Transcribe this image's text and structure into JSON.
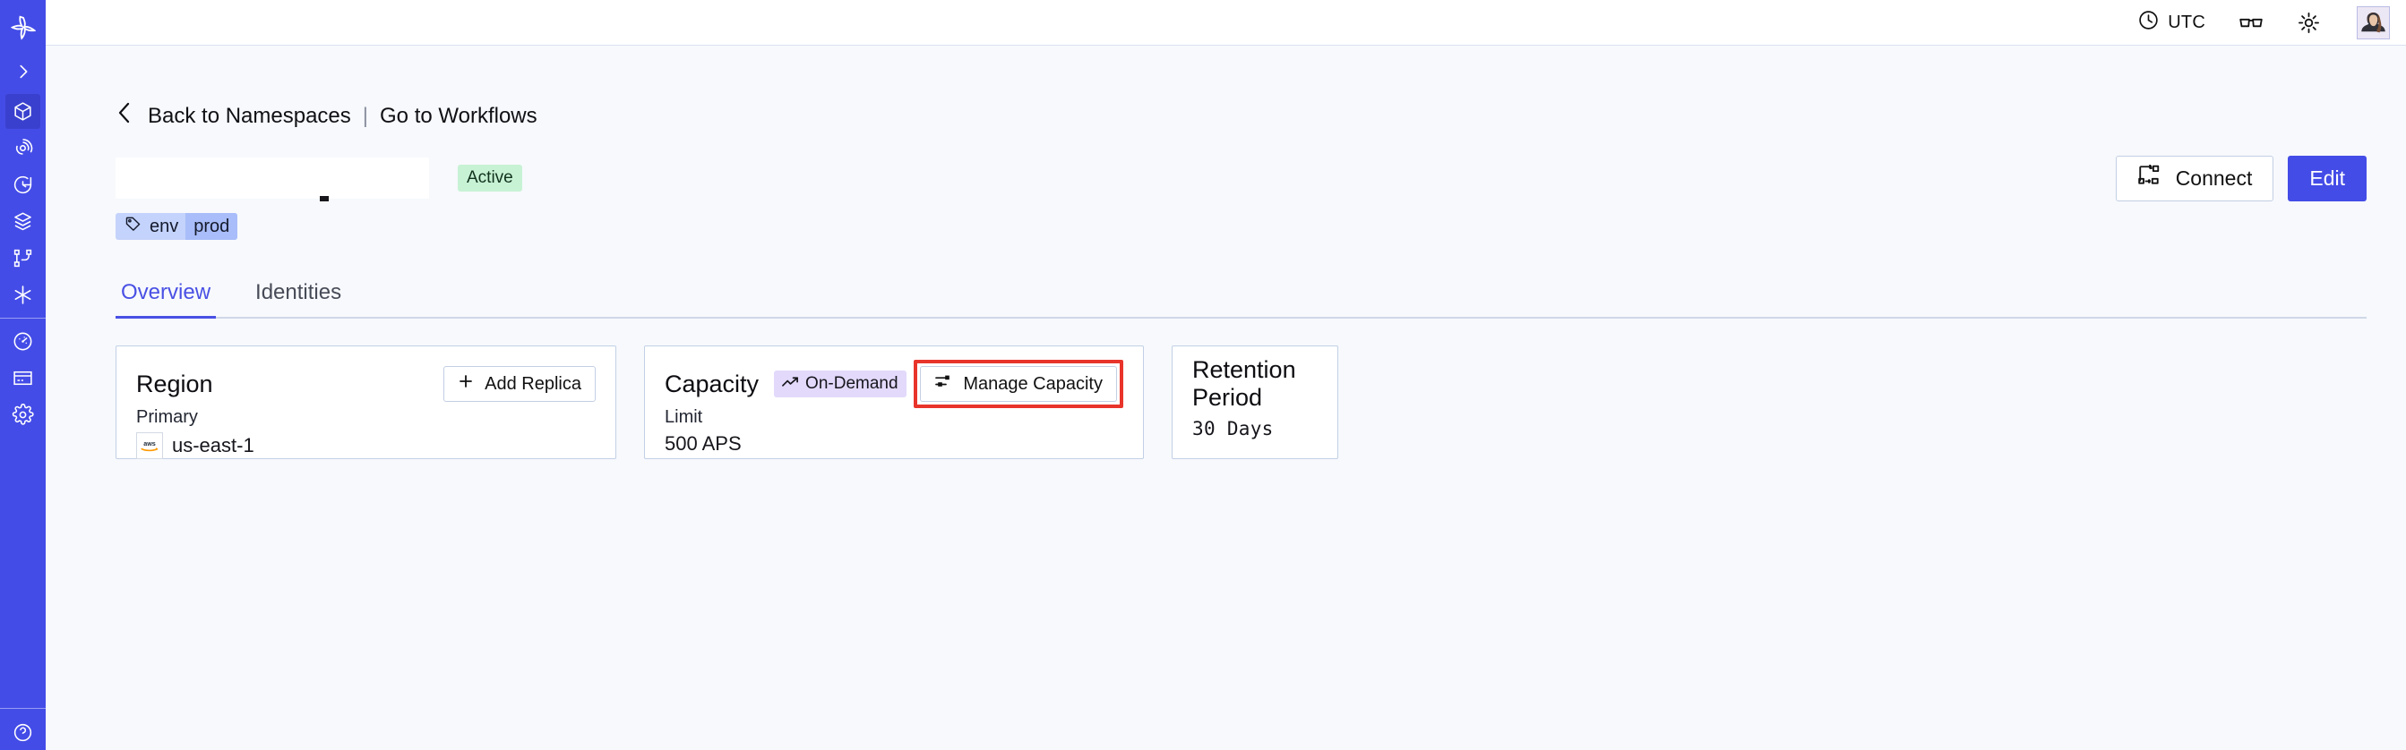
{
  "sidebar": {
    "logo_icon": "temporal-logo-icon",
    "expand_icon": "chevron-right-icon",
    "items": [
      {
        "icon": "cube-icon",
        "name": "namespaces",
        "active": true
      },
      {
        "icon": "eye-icon",
        "name": "observability",
        "active": false
      },
      {
        "icon": "timer-icon",
        "name": "schedules",
        "active": false
      },
      {
        "icon": "layers-icon",
        "name": "batch-operations",
        "active": false
      },
      {
        "icon": "workflow-graph-icon",
        "name": "workflows",
        "active": false
      },
      {
        "icon": "asterisk-icon",
        "name": "nexus",
        "active": false
      }
    ],
    "bottom_items": [
      {
        "icon": "gauge-icon",
        "name": "usage"
      },
      {
        "icon": "credit-card-icon",
        "name": "billing"
      },
      {
        "icon": "gear-icon",
        "name": "settings"
      }
    ]
  },
  "topbar": {
    "timezone_icon": "clock-icon",
    "timezone_label": "UTC",
    "glasses_icon": "glasses-icon",
    "theme_icon": "sun-icon",
    "avatar": "user-avatar"
  },
  "breadcrumb": {
    "back_icon": "chevron-left-icon",
    "back_label": "Back to Namespaces",
    "separator": "|",
    "link_label": "Go to Workflows"
  },
  "header": {
    "namespace_title": "",
    "status_badge": "Active",
    "connect_label": "Connect",
    "connect_icon": "connect-flow-icon",
    "edit_label": "Edit",
    "tag": {
      "icon": "tag-icon",
      "key": "env",
      "value": "prod"
    }
  },
  "tabs": [
    {
      "label": "Overview",
      "active": true
    },
    {
      "label": "Identities",
      "active": false
    }
  ],
  "cards": {
    "region": {
      "title": "Region",
      "action_label": "Add Replica",
      "action_icon": "plus-icon",
      "sub_label": "Primary",
      "provider_icon": "aws-logo-icon",
      "value": "us-east-1"
    },
    "capacity": {
      "title": "Capacity",
      "badge_icon": "trending-up-icon",
      "badge_label": "On-Demand",
      "action_label": "Manage Capacity",
      "action_icon": "sliders-icon",
      "sub_label": "Limit",
      "value": "500 APS",
      "highlight_color": "#e8342a"
    },
    "retention": {
      "title": "Retention Period",
      "value": "30 Days"
    }
  },
  "colors": {
    "brand": "#444ce7",
    "page_bg": "#f7f9fc",
    "card_border": "#c2d0e6",
    "active_badge_bg": "#c7f2d4",
    "ondemand_badge_bg": "#e3d9fb",
    "tag_bg": "#c4d3fb",
    "annotation": "#e8342a"
  }
}
